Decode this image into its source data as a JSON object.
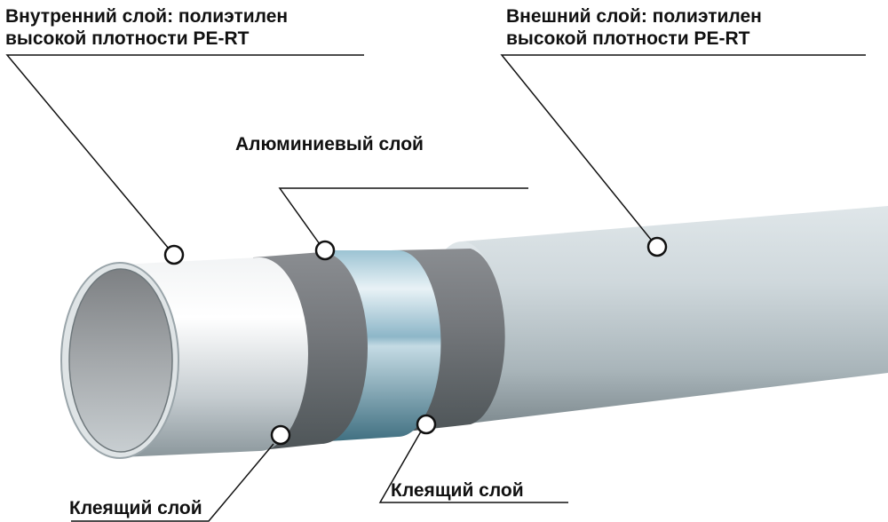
{
  "labels": {
    "inner_layer": [
      "Внутренний слой: полиэтилен",
      "высокой плотности PE-RT"
    ],
    "outer_layer": [
      "Внешний слой: полиэтилен",
      "высокой плотности PE-RT"
    ],
    "aluminium_layer": "Алюминиевый слой",
    "adhesive_layer_1": "Клеящий слой",
    "adhesive_layer_2": "Клеящий слой"
  },
  "colors": {
    "inner_white": "#eef1f3",
    "adhesive_grey": "#6e7175",
    "aluminium_blue": "#7fa9bd",
    "outer_grey": "#c4cdd1",
    "line": "#111111"
  }
}
